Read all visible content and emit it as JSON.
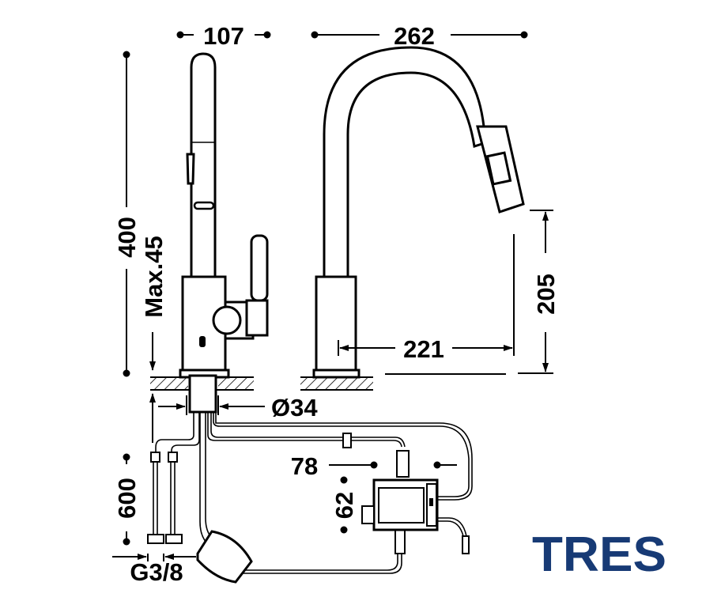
{
  "dimensions": {
    "width_side": "107",
    "reach_total": "262",
    "height_total": "400",
    "max_counter": "Max.45",
    "spout_height": "205",
    "spout_reach": "221",
    "hole_diameter": "Ø34",
    "hose_length": "600",
    "connection": "G3/8",
    "box_width": "78",
    "box_height": "62"
  },
  "brand": {
    "name": "TRES",
    "color": "#173a75"
  }
}
